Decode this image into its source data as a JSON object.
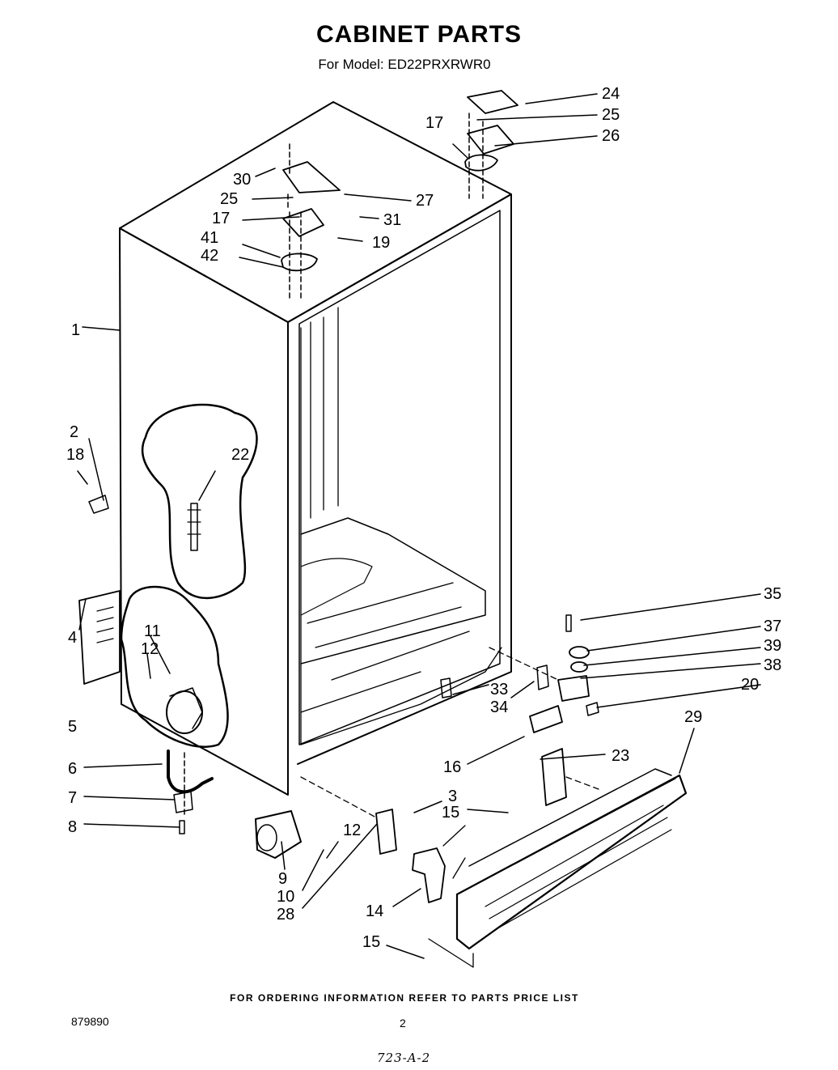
{
  "header": {
    "title": "CABINET PARTS",
    "model": "For Model: ED22PRXRWR0"
  },
  "callouts": [
    "1",
    "2",
    "3",
    "4",
    "5",
    "6",
    "7",
    "8",
    "9",
    "10",
    "11",
    "12",
    "12",
    "14",
    "15",
    "15",
    "16",
    "17",
    "17",
    "18",
    "19",
    "20",
    "22",
    "23",
    "24",
    "25",
    "25",
    "26",
    "27",
    "28",
    "29",
    "30",
    "31",
    "33",
    "34",
    "35",
    "37",
    "38",
    "39",
    "41",
    "42"
  ],
  "footer": {
    "ordering_note": "FOR ORDERING INFORMATION REFER TO PARTS PRICE LIST",
    "doc_number": "879890",
    "page_number": "2",
    "handwritten_note": "723-A-2"
  }
}
